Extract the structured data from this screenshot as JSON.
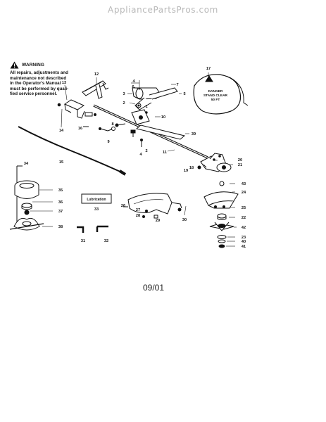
{
  "site": {
    "watermark": "AppliancePartsPros.com"
  },
  "warning": {
    "title": "WARNING",
    "lines": [
      "All repairs, adjustments and",
      "maintenance not described",
      "in the Operator's Manual",
      "must be performed by quali-",
      "fied service personnel."
    ]
  },
  "decal": {
    "lines": [
      "DANGER",
      "STAND CLEAR",
      "50 FT"
    ]
  },
  "lubrication_label": "Lubrication",
  "footer": {
    "date": "09/01"
  },
  "callouts": [
    "1",
    "2",
    "3",
    "4",
    "5",
    "6",
    "7",
    "8",
    "9",
    "10",
    "11",
    "12",
    "13",
    "14",
    "15",
    "16",
    "17",
    "18",
    "19",
    "20",
    "21",
    "22",
    "23",
    "24",
    "25",
    "26",
    "27",
    "28",
    "29",
    "30",
    "31",
    "32",
    "33",
    "34",
    "35",
    "36",
    "37",
    "38",
    "39",
    "40",
    "41",
    "42",
    "43"
  ]
}
